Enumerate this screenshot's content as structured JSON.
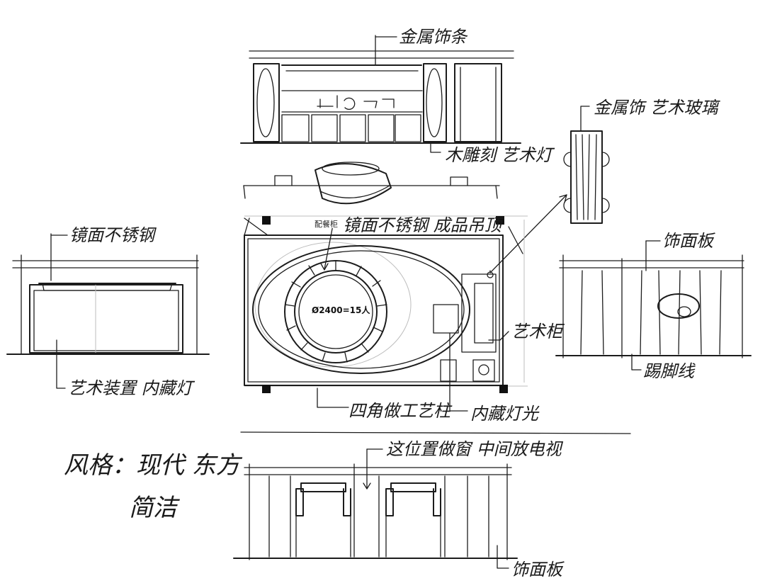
{
  "annotations": {
    "top_elevation": {
      "metal_trim": "金属饰条",
      "wood_carve_art_lamp": "木雕刻 艺术灯"
    },
    "right_top_panel": {
      "metal_art_glass": "金属饰 艺术玻璃"
    },
    "left_elevation": {
      "mirror_stainless": "镜面不锈钢",
      "art_shelf_hidden_light": "艺术装置 内藏灯"
    },
    "plan": {
      "mirror_stainless_ceiling": "镜面不锈钢 成品吊顶",
      "art_cabinet": "艺术柜",
      "four_corner_pillars": "四角做工艺柱",
      "hidden_light": "内藏灯光",
      "small_tag": "配餐柜",
      "table_dimension": "Ø2400=15人"
    },
    "right_elevation": {
      "decor_panel": "饰面板",
      "footing_line": "踢脚线"
    },
    "bottom_elevation": {
      "window_note": "这位置做窗 中间放电视",
      "decor_panel": "饰面板"
    },
    "style_note": {
      "line1": "风格：现代 东方",
      "line2": "简洁"
    }
  }
}
